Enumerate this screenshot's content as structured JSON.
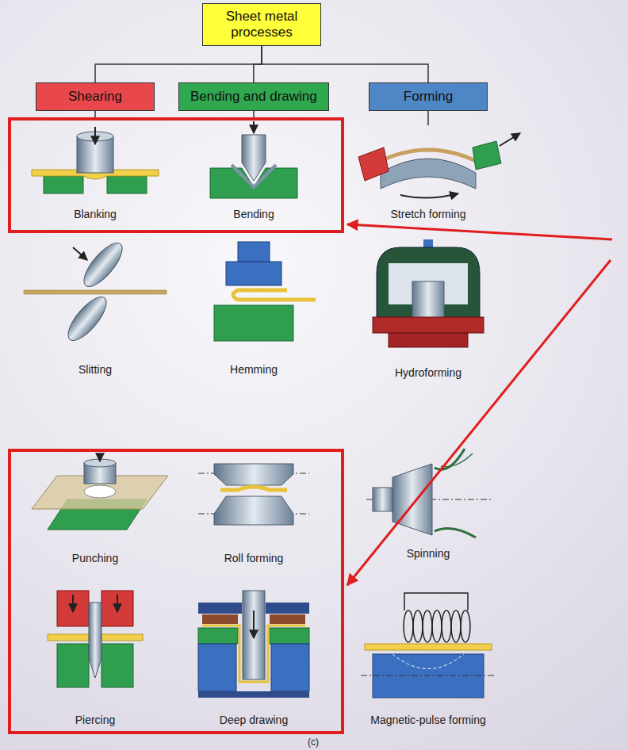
{
  "diagram": {
    "caption": "(c)",
    "nodes": [
      {
        "text": [
          "Sheet metal processes"
        ]
      },
      {
        "text": [
          "Shearing"
        ]
      },
      {
        "text": [
          "Bending and drawing"
        ]
      },
      {
        "text": [
          "Forming"
        ]
      }
    ],
    "edges": [
      {
        "from": 0,
        "to": 1,
        "arrow": "none"
      },
      {
        "from": 0,
        "to": 2,
        "arrow": "none"
      },
      {
        "from": 0,
        "to": 3,
        "arrow": "none"
      }
    ],
    "labels": [
      "Blanking",
      "Bending",
      "Stretch forming",
      "Slitting",
      "Hemming",
      "Hydroforming",
      "Punching",
      "Roll forming",
      "Spinning",
      "Piercing",
      "Deep drawing",
      "Magnetic-pulse forming"
    ]
  }
}
